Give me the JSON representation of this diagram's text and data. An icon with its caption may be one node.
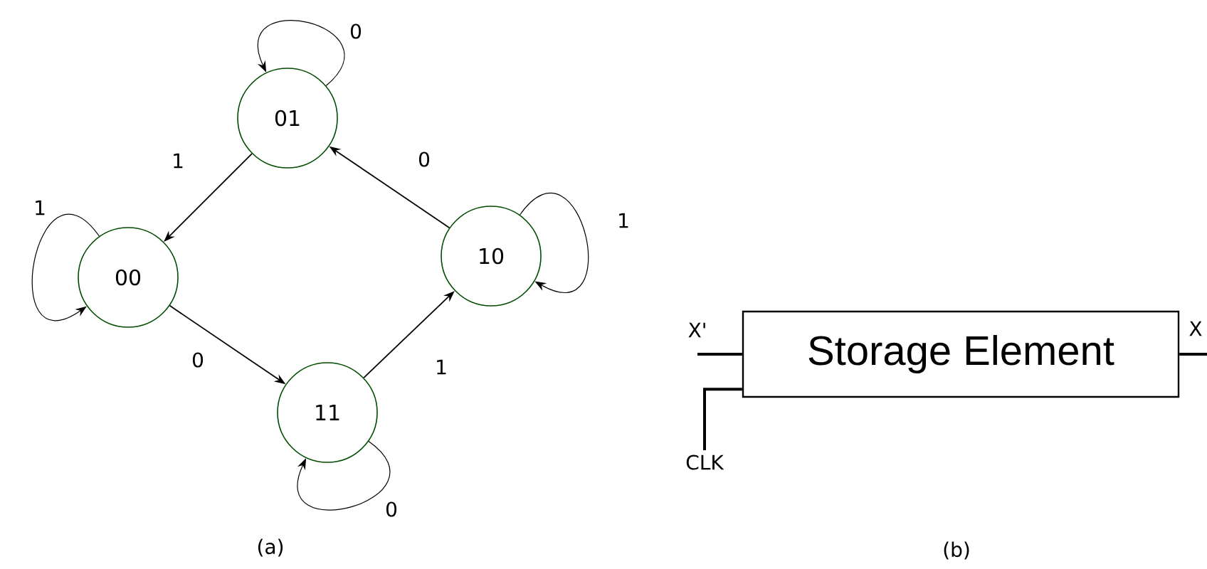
{
  "diagram": {
    "nodes": [
      {
        "text": [
          "01"
        ]
      },
      {
        "text": [
          "00"
        ]
      },
      {
        "text": [
          "11"
        ]
      },
      {
        "text": [
          "10"
        ]
      },
      {
        "text": [
          "Storage Element"
        ]
      },
      {
        "text": [
          "X'"
        ]
      },
      {
        "text": [
          "CLK"
        ]
      },
      {
        "text": [
          "X"
        ]
      }
    ],
    "edges": [
      {
        "from": 0,
        "to": 0,
        "arrow": "to",
        "label": "0"
      },
      {
        "from": 0,
        "to": 1,
        "arrow": "to",
        "label": "1"
      },
      {
        "from": 1,
        "to": 1,
        "arrow": "to",
        "label": "1"
      },
      {
        "from": 3,
        "to": 0,
        "arrow": "to",
        "label": "0"
      },
      {
        "from": 3,
        "to": 3,
        "arrow": "to",
        "label": "1"
      },
      {
        "from": 1,
        "to": 2,
        "arrow": "to",
        "label": "0"
      },
      {
        "from": 2,
        "to": 3,
        "arrow": "to",
        "label": "1"
      },
      {
        "from": 2,
        "to": 2,
        "arrow": "to",
        "label": "0"
      },
      {
        "from": 5,
        "to": 4,
        "arrow": "none"
      },
      {
        "from": 6,
        "to": 4,
        "arrow": "none"
      },
      {
        "from": 4,
        "to": 7,
        "arrow": "none"
      }
    ],
    "labels": [
      "(a)",
      "(b)"
    ]
  }
}
